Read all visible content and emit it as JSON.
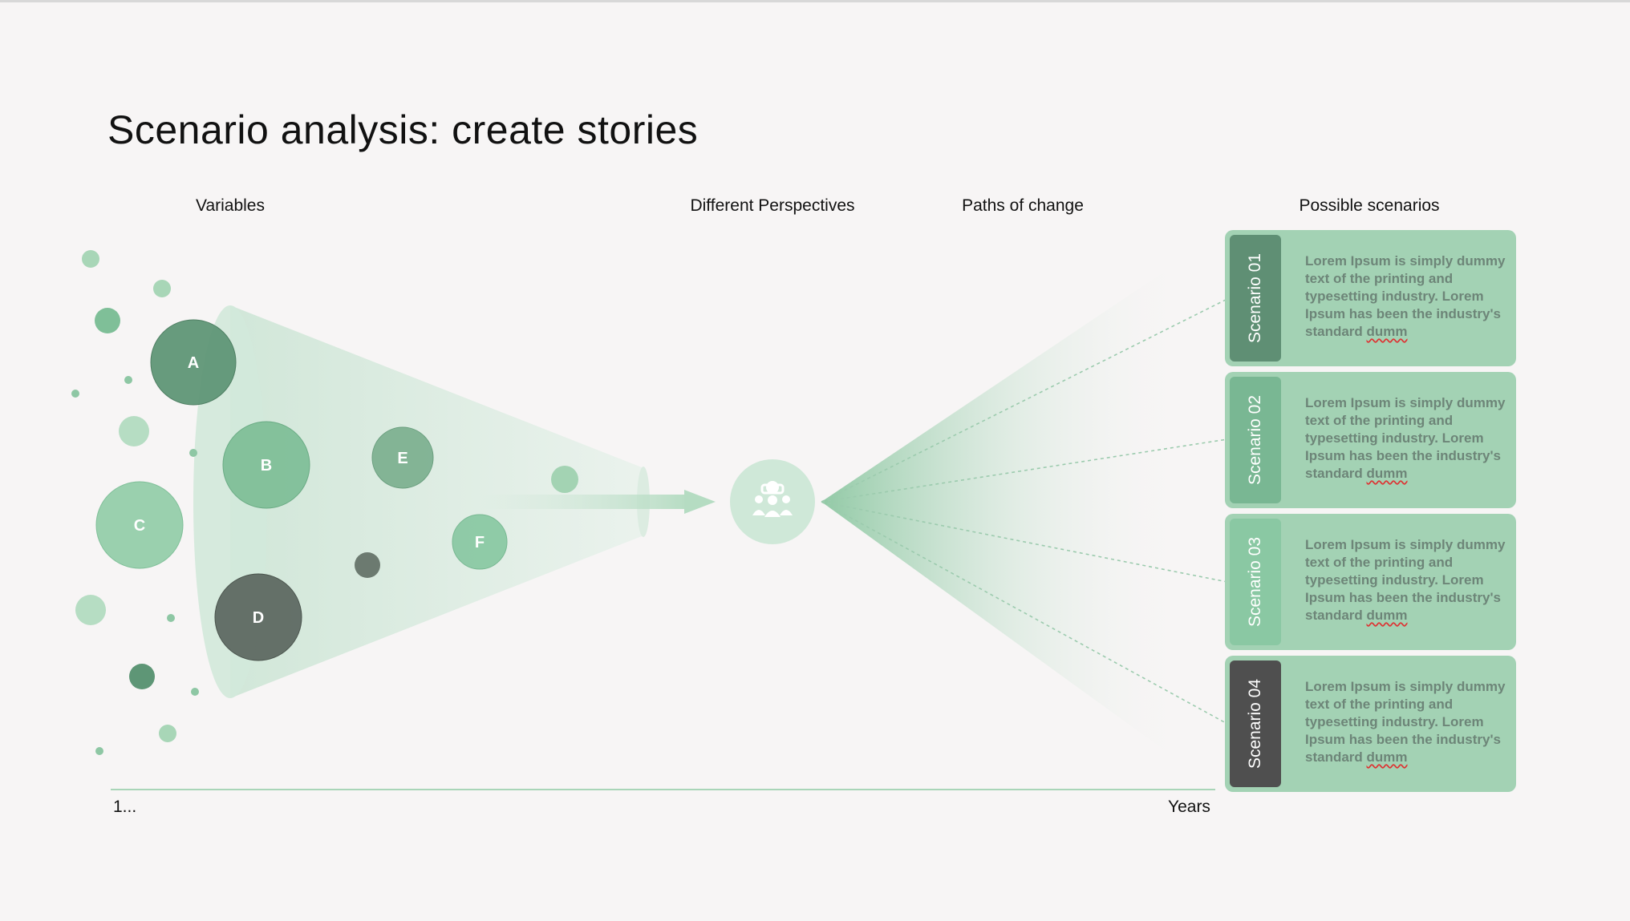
{
  "title": "Scenario analysis: create stories",
  "headers": {
    "variables": "Variables",
    "perspectives": "Different Perspectives",
    "paths": "Paths of change",
    "scenarios": "Possible scenarios"
  },
  "bubbles": {
    "a": "A",
    "b": "B",
    "c": "C",
    "d": "D",
    "e": "E",
    "f": "F"
  },
  "axis": {
    "start": "1...",
    "end": "Years"
  },
  "center_icon": "people-group-icon",
  "scenarios": [
    {
      "label": "Scenario 01",
      "text_main": "Lorem Ipsum is simply dummy text of the printing and typesetting industry. Lorem Ipsum has been the industry's standard ",
      "text_tail": "dumm",
      "color": "#5f8f74"
    },
    {
      "label": "Scenario 02",
      "text_main": "Lorem Ipsum is simply dummy text of the printing and typesetting industry. Lorem Ipsum has been the industry's standard ",
      "text_tail": "dumm",
      "color": "#79b793"
    },
    {
      "label": "Scenario 03",
      "text_main": "Lorem Ipsum is simply dummy text of the printing and typesetting industry. Lorem Ipsum has been the industry's standard ",
      "text_tail": "dumm",
      "color": "#8ac8a3"
    },
    {
      "label": "Scenario 04",
      "text_main": "Lorem Ipsum is simply dummy text of the printing and typesetting industry. Lorem Ipsum has been the industry's standard ",
      "text_tail": "dumm",
      "color": "#4f4f4f"
    }
  ]
}
